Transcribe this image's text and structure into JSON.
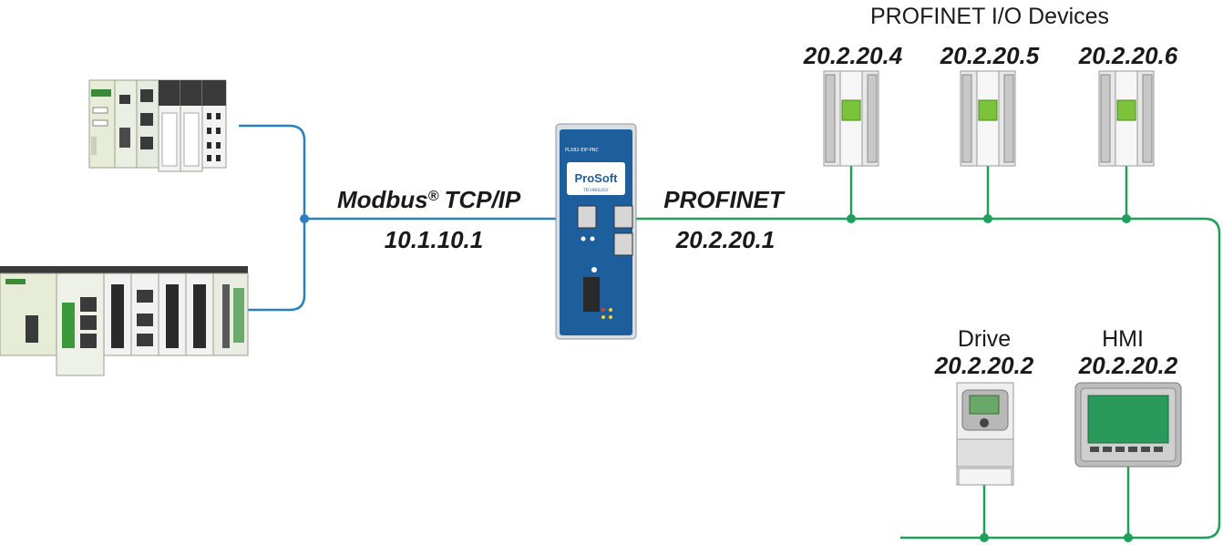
{
  "header": {
    "io_devices_title": "PROFINET I/O Devices"
  },
  "io_devices": [
    {
      "ip": "20.2.20.4"
    },
    {
      "ip": "20.2.20.5"
    },
    {
      "ip": "20.2.20.6"
    }
  ],
  "modbus": {
    "label_prefix": "Modbus",
    "label_suffix": "TCP/IP",
    "registered_mark": "®",
    "ip": "10.1.10.1"
  },
  "profinet": {
    "label": "PROFINET",
    "ip": "20.2.20.1"
  },
  "gateway": {
    "model": "PLX82-EIP-PNC",
    "brand": "ProSoft",
    "brand_sub": "TECHNOLOGY"
  },
  "drive": {
    "label": "Drive",
    "ip": "20.2.20.2"
  },
  "hmi": {
    "label": "HMI",
    "ip": "20.2.20.2"
  },
  "colors": {
    "modbus_line": "#2a7fc0",
    "profinet_line": "#1ea05a",
    "gateway_blue": "#1d5f9c"
  }
}
